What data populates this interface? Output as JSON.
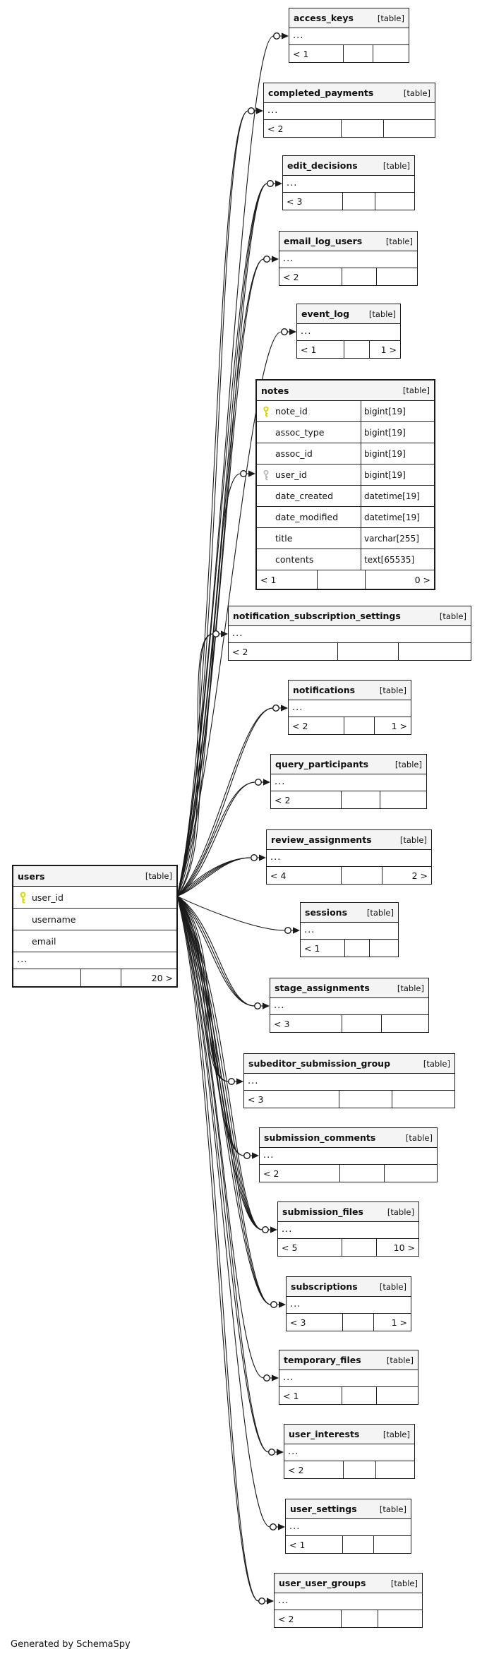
{
  "diagram": {
    "users_table": {
      "name": "users",
      "tag": "[table]",
      "columns": [
        {
          "icon": "primary-key",
          "name": "user_id"
        },
        {
          "icon": "",
          "name": "username"
        },
        {
          "icon": "",
          "name": "email"
        }
      ],
      "ellipsis": "...",
      "footer_left": "",
      "footer_mid": "",
      "footer_right": "20 >"
    },
    "tables": [
      {
        "id": "access_keys",
        "name": "access_keys",
        "tag": "[table]",
        "ellipsis": "...",
        "footer_left": "< 1",
        "footer_mid": "",
        "footer_right": ""
      },
      {
        "id": "completed_payments",
        "name": "completed_payments",
        "tag": "[table]",
        "ellipsis": "...",
        "footer_left": "< 2",
        "footer_mid": "",
        "footer_right": ""
      },
      {
        "id": "edit_decisions",
        "name": "edit_decisions",
        "tag": "[table]",
        "ellipsis": "...",
        "footer_left": "< 3",
        "footer_mid": "",
        "footer_right": ""
      },
      {
        "id": "email_log_users",
        "name": "email_log_users",
        "tag": "[table]",
        "ellipsis": "...",
        "footer_left": "< 2",
        "footer_mid": "",
        "footer_right": ""
      },
      {
        "id": "event_log",
        "name": "event_log",
        "tag": "[table]",
        "ellipsis": "...",
        "footer_left": "< 1",
        "footer_mid": "",
        "footer_right": "1 >"
      },
      {
        "id": "notes",
        "name": "notes",
        "tag": "[table]",
        "columns": [
          {
            "icon": "primary-key",
            "name": "note_id",
            "type": "bigint[19]"
          },
          {
            "icon": "",
            "name": "assoc_type",
            "type": "bigint[19]"
          },
          {
            "icon": "",
            "name": "assoc_id",
            "type": "bigint[19]"
          },
          {
            "icon": "foreign-key",
            "name": "user_id",
            "type": "bigint[19]"
          },
          {
            "icon": "",
            "name": "date_created",
            "type": "datetime[19]"
          },
          {
            "icon": "",
            "name": "date_modified",
            "type": "datetime[19]"
          },
          {
            "icon": "",
            "name": "title",
            "type": "varchar[255]"
          },
          {
            "icon": "",
            "name": "contents",
            "type": "text[65535]"
          }
        ],
        "footer_left": "< 1",
        "footer_mid": "",
        "footer_right": "0 >"
      },
      {
        "id": "notification_subscription_settings",
        "name": "notification_subscription_settings",
        "tag": "[table]",
        "ellipsis": "...",
        "footer_left": "< 2",
        "footer_mid": "",
        "footer_right": ""
      },
      {
        "id": "notifications",
        "name": "notifications",
        "tag": "[table]",
        "ellipsis": "...",
        "footer_left": "< 2",
        "footer_mid": "",
        "footer_right": "1 >"
      },
      {
        "id": "query_participants",
        "name": "query_participants",
        "tag": "[table]",
        "ellipsis": "...",
        "footer_left": "< 2",
        "footer_mid": "",
        "footer_right": ""
      },
      {
        "id": "review_assignments",
        "name": "review_assignments",
        "tag": "[table]",
        "ellipsis": "...",
        "footer_left": "< 4",
        "footer_mid": "",
        "footer_right": "2 >"
      },
      {
        "id": "sessions",
        "name": "sessions",
        "tag": "[table]",
        "ellipsis": "...",
        "footer_left": "< 1",
        "footer_mid": "",
        "footer_right": ""
      },
      {
        "id": "stage_assignments",
        "name": "stage_assignments",
        "tag": "[table]",
        "ellipsis": "...",
        "footer_left": "< 3",
        "footer_mid": "",
        "footer_right": ""
      },
      {
        "id": "subeditor_submission_group",
        "name": "subeditor_submission_group",
        "tag": "[table]",
        "ellipsis": "...",
        "footer_left": "< 3",
        "footer_mid": "",
        "footer_right": ""
      },
      {
        "id": "submission_comments",
        "name": "submission_comments",
        "tag": "[table]",
        "ellipsis": "...",
        "footer_left": "< 2",
        "footer_mid": "",
        "footer_right": ""
      },
      {
        "id": "submission_files",
        "name": "submission_files",
        "tag": "[table]",
        "ellipsis": "...",
        "footer_left": "< 5",
        "footer_mid": "",
        "footer_right": "10 >"
      },
      {
        "id": "subscriptions",
        "name": "subscriptions",
        "tag": "[table]",
        "ellipsis": "...",
        "footer_left": "< 3",
        "footer_mid": "",
        "footer_right": "1 >"
      },
      {
        "id": "temporary_files",
        "name": "temporary_files",
        "tag": "[table]",
        "ellipsis": "...",
        "footer_left": "< 1",
        "footer_mid": "",
        "footer_right": ""
      },
      {
        "id": "user_interests",
        "name": "user_interests",
        "tag": "[table]",
        "ellipsis": "...",
        "footer_left": "< 2",
        "footer_mid": "",
        "footer_right": ""
      },
      {
        "id": "user_settings",
        "name": "user_settings",
        "tag": "[table]",
        "ellipsis": "...",
        "footer_left": "< 1",
        "footer_mid": "",
        "footer_right": ""
      },
      {
        "id": "user_user_groups",
        "name": "user_user_groups",
        "tag": "[table]",
        "ellipsis": "...",
        "footer_left": "< 2",
        "footer_mid": "",
        "footer_right": ""
      }
    ],
    "credit": "Generated by SchemaSpy",
    "colors": {
      "primary_key_icon": "#d4d411",
      "foreign_key_icon": "#b9b9b9",
      "header_background": "#f4f4f4",
      "border_and_edges": "#1a1a1a"
    }
  }
}
